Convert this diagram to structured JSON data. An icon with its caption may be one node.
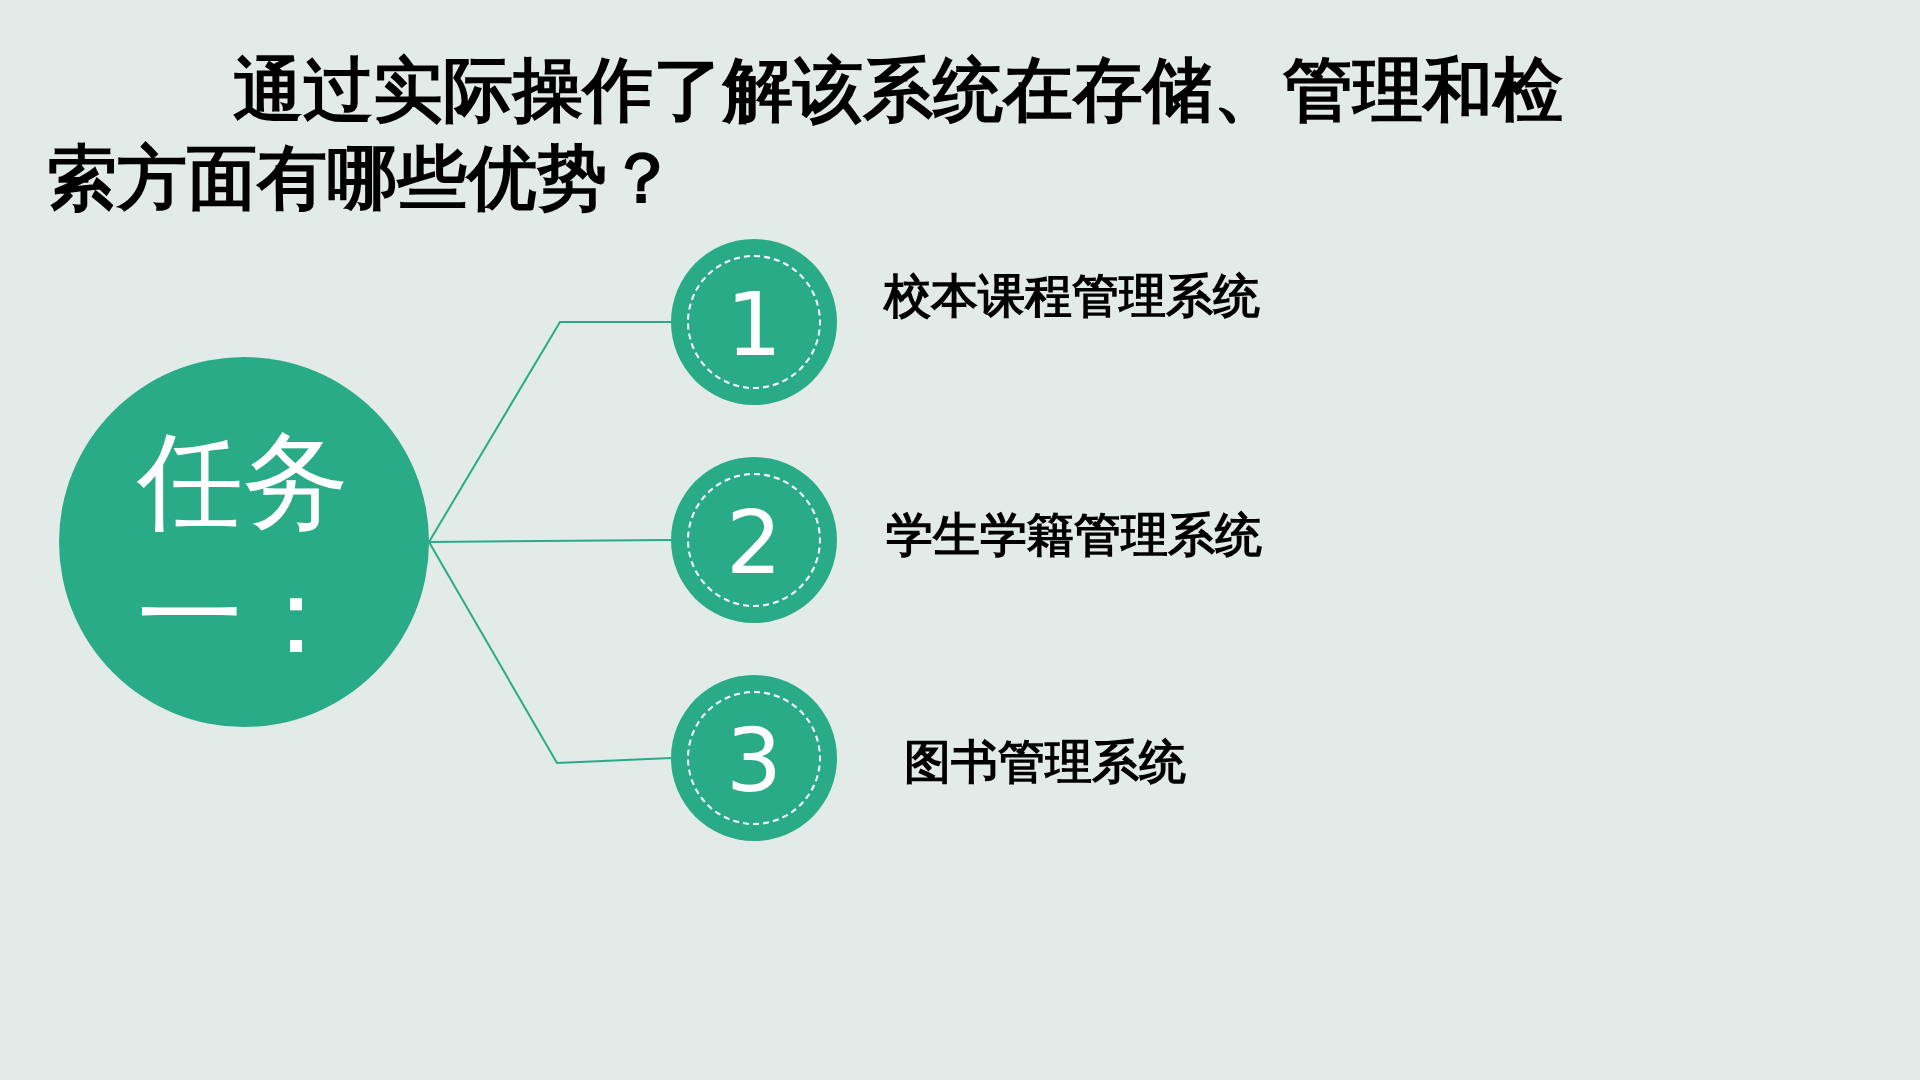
{
  "diagram": {
    "title": "通过实际操作了解该系统在存储、管理和检索方面有哪些优势？",
    "nodes": [
      {
        "text": [
          "任务一："
        ]
      },
      {
        "text": [
          "1"
        ],
        "beside": [
          "校本课程管理系统"
        ]
      },
      {
        "text": [
          "2"
        ],
        "beside": [
          "学生学籍管理系统"
        ]
      },
      {
        "text": [
          "3"
        ],
        "beside": [
          "图书管理系统"
        ]
      }
    ],
    "edges": [
      {
        "from": 0,
        "to": 1,
        "arrow": "none"
      },
      {
        "from": 0,
        "to": 2,
        "arrow": "none"
      },
      {
        "from": 0,
        "to": 3,
        "arrow": "none"
      }
    ]
  }
}
